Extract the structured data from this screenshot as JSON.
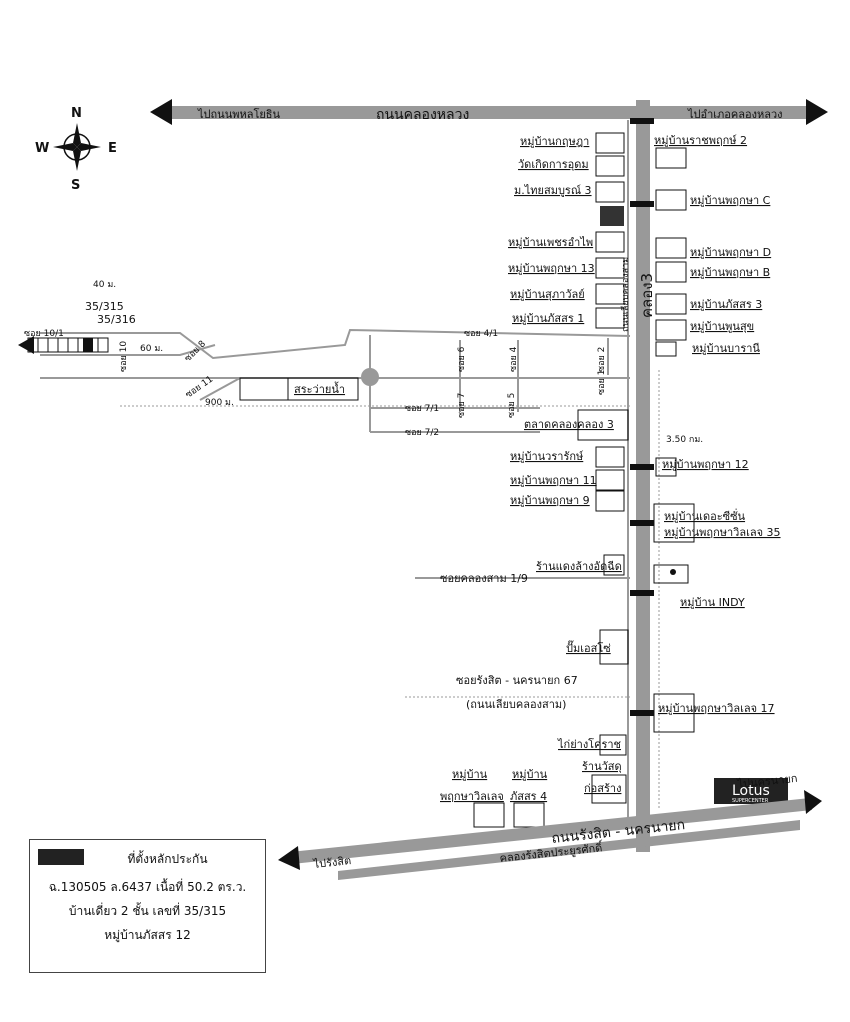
{
  "compass": {
    "n": "N",
    "s": "S",
    "e": "E",
    "w": "W"
  },
  "roads": {
    "top_main": "ถนนคลองหลวง",
    "top_left": "ไปถนนพหลโยธิน",
    "top_right": "ไปอำเภอคลองหลวง",
    "vertical_road": "ถนนเลียบคลองสาม",
    "canal": "คลอง3",
    "bottom_main": "ถนนรังสิต - นครนายก",
    "bottom_canal": "คลองรังสิตประยูรศักดิ์",
    "bottom_left": "ไปรังสิต",
    "bottom_right": "ไปนครนายก"
  },
  "sois": {
    "s10_1": "ซอย 10/1",
    "s10": "ซอย 10",
    "s8": "ซอย 8",
    "s11": "ซอย 11",
    "s4_1": "ซอย 4/1",
    "s6": "ซอย 6",
    "s4": "ซอย 4",
    "s2": "ซอย 2",
    "s7": "ซอย 7",
    "s5": "ซอย 5",
    "s1": "ซอย 1",
    "s7_1": "ซอย 7/1",
    "s7_2": "ซอย 7/2",
    "canal_soi": "ซอยคลองสาม 1/9",
    "rangsit67": "ซอยรังสิต - นครนายก 67",
    "rangsit67_sub": "(ถนนเลียบคลองสาม)"
  },
  "distances": {
    "d40": "40 ม.",
    "d60": "60 ม.",
    "d900": "900 ม.",
    "d350": "3.50 กม."
  },
  "plots": {
    "p315": "35/315",
    "p316": "35/316"
  },
  "places": {
    "pond": "สระว่ายน้ำ",
    "market": "ตลาดคลองคลอง 3",
    "kookuncha": "หมู่บ้านกฤษฎา",
    "temple": "วัดเกิดการอุดม",
    "thaisomboon": "ม.ไทยสมบูรณ์ 3",
    "phet": "หมู่บ้านเพชรอำไพ",
    "pruksa13": "หมู่บ้านพฤกษา 13",
    "sukhawan": "หมู่บ้านสุภาวัลย์",
    "passorn1": "หมู่บ้านภัสสร 1",
    "ratchaphruek2": "หมู่บ้านราชพฤกษ์ 2",
    "pruksaC": "หมู่บ้านพฤกษา C",
    "pruksaD": "หมู่บ้านพฤกษา D",
    "pruksaB": "หมู่บ้านพฤกษา B",
    "passorn3": "หมู่บ้านภัสสร 3",
    "poonsuk": "หมู่บ้านพูนสุข",
    "barani": "หมู่บ้านบารานี",
    "wararak": "หมู่บ้านวรารักษ์",
    "pruksa11": "หมู่บ้านพฤกษา 11",
    "pruksa9": "หมู่บ้านพฤกษา 9",
    "pruksa12": "หมู่บ้านพฤกษา 12",
    "theseasons": "หมู่บ้านเดอะซีซั่น",
    "pruksavillage35": "หมู่บ้านพฤกษาวิลเลจ 35",
    "laundry": "ร้านแดงล้างอัดฉีด",
    "indy": "หมู่บ้าน INDY",
    "esso": "ปั๊มเอสโซ่",
    "pruksavillage17": "หมู่บ้านพฤกษาวิลเลจ 17",
    "kaiyang": "ไก่ย่างโคราช",
    "material1": "ร้านวัสดุ",
    "material2": "ก่อสร้าง",
    "pv_a": "หมู่บ้าน",
    "pv_b": "พฤกษาวิลเลจ",
    "ps4_a": "หมู่บ้าน",
    "ps4_b": "ภัสสร 4",
    "lotus": "Lotus",
    "lotus_sub": "SUPERCENTER"
  },
  "legend": {
    "line1": "ที่ตั้งหลักประกัน",
    "line2": "ฉ.130505 ล.6437 เนื้อที่ 50.2 ตร.ว.",
    "line3": "บ้านเดี่ยว 2 ชั้น  เลขที่ 35/315",
    "line4": "หมู่บ้านภัสสร 12"
  }
}
